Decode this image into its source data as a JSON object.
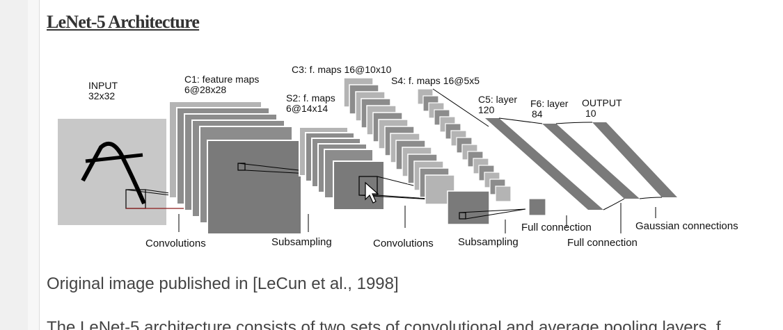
{
  "page": {
    "section_title": "LeNet-5 Architecture",
    "caption": "Original image published in [LeCun et al., 1998]",
    "body_text": "The LeNet-5 architecture consists of two sets of convolutional and average pooling layers, f"
  },
  "diagram": {
    "layers": {
      "input": {
        "name": "INPUT",
        "size": "32x32"
      },
      "c1": {
        "name": "C1: feature maps",
        "size": "6@28x28"
      },
      "s2": {
        "name": "S2: f. maps",
        "size": "6@14x14"
      },
      "c3": {
        "name": "C3: f. maps 16@10x10"
      },
      "s4": {
        "name": "S4: f. maps 16@5x5"
      },
      "c5": {
        "name": "C5: layer",
        "size": "120"
      },
      "f6": {
        "name": "F6: layer",
        "size": "84"
      },
      "output": {
        "name": "OUTPUT",
        "size": "10"
      }
    },
    "operations": {
      "conv1": "Convolutions",
      "sub1": "Subsampling",
      "conv2": "Convolutions",
      "sub2": "Subsampling",
      "full1": "Full connection",
      "full2": "Full connection",
      "gauss": "Gaussian connections"
    },
    "colors": {
      "input_fill": "#c8c8c8",
      "map_light": "#b4b4b4",
      "map_mid": "#8c8c8c",
      "map_dark": "#7a7a7a",
      "stroke": "#ffffff",
      "line": "#000000",
      "accent_line": "#8b1a1a"
    }
  }
}
